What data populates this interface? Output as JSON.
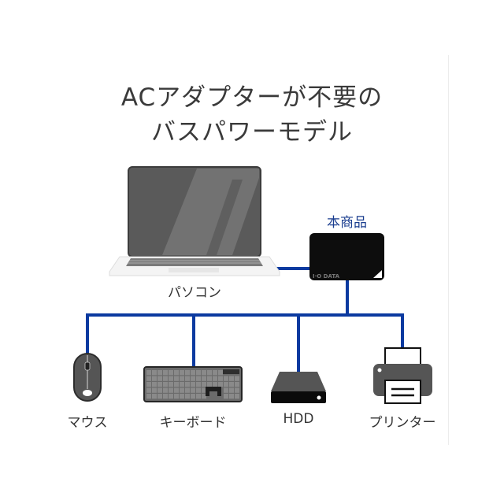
{
  "title": {
    "line1": "ACアダプターが不要の",
    "line2": "バスパワーモデル"
  },
  "product": {
    "label": "本商品",
    "brand": "I·O DATA"
  },
  "host": {
    "label": "パソコン",
    "icon": "laptop-icon"
  },
  "devices": [
    {
      "label": "マウス",
      "icon": "mouse-icon"
    },
    {
      "label": "キーボード",
      "icon": "keyboard-icon"
    },
    {
      "label": "HDD",
      "icon": "hdd-icon"
    },
    {
      "label": "プリンター",
      "icon": "printer-icon"
    }
  ],
  "colors": {
    "connector": "#0b3aa0",
    "title_text": "#3a3a3a",
    "product_label": "#1a3d8f",
    "device_fill": "#555555"
  }
}
